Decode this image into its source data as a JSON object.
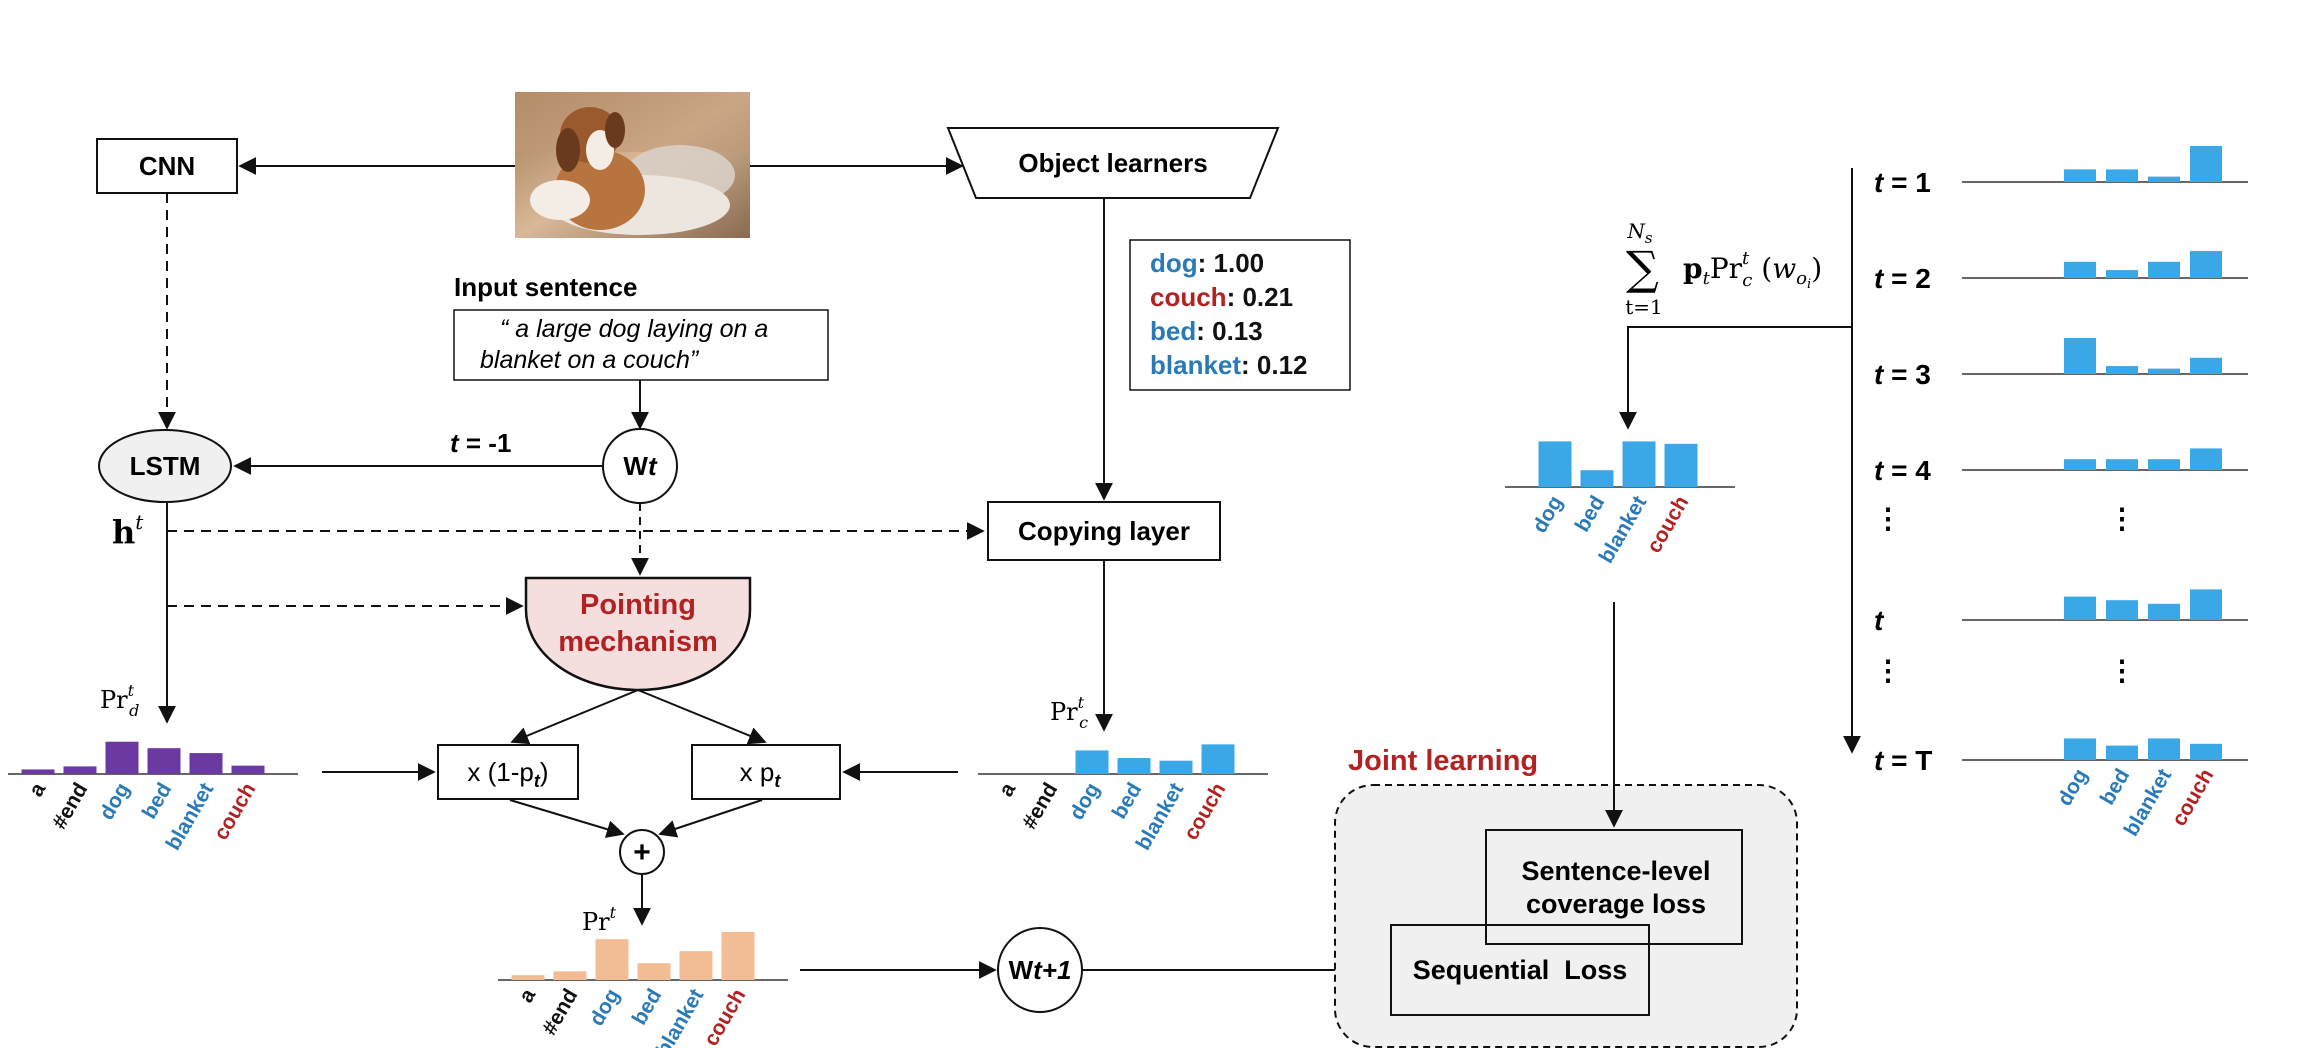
{
  "nodes": {
    "cnn": "CNN",
    "object_learners": "Object learners",
    "input_sentence_title": "Input sentence",
    "input_sentence_line1": "“ a large dog laying on a",
    "input_sentence_line2": "blanket on a couch”",
    "lstm": "LSTM",
    "wt": "W",
    "wt_sub": "t",
    "t_minus1": "t",
    "t_minus1_rest": " = -1",
    "ht": "h",
    "ht_sup": "t",
    "copying_layer": "Copying layer",
    "pointing_line1": "Pointing",
    "pointing_line2": "mechanism",
    "x_one_minus_p": "x (1-p",
    "x_one_minus_p_sub": "t",
    "x_one_minus_p_close": ")",
    "x_p": "x p",
    "x_p_sub": "t",
    "plus": "+",
    "wt1": "W",
    "wt1_sub": "t+1",
    "joint_learning": "Joint learning",
    "coverage_line1": "Sentence-level",
    "coverage_line2": "coverage loss",
    "sequential_loss": "Sequential  Loss",
    "sum_formula": "∑ pₜ Prᶜᵗ (wₒᵢ)",
    "sum_upper": "N",
    "sum_upper_sub": "s",
    "sum_lower": "t=1"
  },
  "object_scores": [
    {
      "word": "dog",
      "score": ": 1.00",
      "color": "#2a7ab8"
    },
    {
      "word": "couch",
      "score": ": 0.21",
      "color": "#b22222"
    },
    {
      "word": "bed",
      "score": ": 0.13",
      "color": "#2a7ab8"
    },
    {
      "word": "blanket",
      "score": ": 0.12",
      "color": "#2a7ab8"
    }
  ],
  "colors": {
    "blue_word": "#2a7ab8",
    "red_word": "#b22222",
    "purple_bar": "#6a3aa0",
    "blue_bar": "#3aa8e6",
    "orange_bar": "#f2bc94",
    "pointing_fill": "#f5dede",
    "joint_fill": "#f0f0f0",
    "accent_red": "#b22222"
  },
  "histograms": {
    "prd": {
      "label": "Pr",
      "label_sub": "d",
      "label_sup": "t",
      "color": "#6a3aa0",
      "categories": [
        "a",
        "#end",
        "dog",
        "bed",
        "blanket",
        "couch"
      ],
      "values": [
        0.12,
        0.2,
        0.85,
        0.68,
        0.55,
        0.22
      ]
    },
    "prc": {
      "label": "Pr",
      "label_sub": "c",
      "label_sup": "t",
      "color": "#3aa8e6",
      "categories": [
        "a",
        "#end",
        "dog",
        "bed",
        "blanket",
        "couch"
      ],
      "values": [
        0,
        0,
        0.62,
        0.42,
        0.35,
        0.78
      ]
    },
    "prt": {
      "label": "Pr",
      "label_sup": "t",
      "color": "#f2bc94",
      "categories": [
        "a",
        "#end",
        "dog",
        "bed",
        "blanket",
        "couch"
      ],
      "values": [
        0.1,
        0.18,
        0.85,
        0.35,
        0.6,
        1.0
      ]
    },
    "sum": {
      "color": "#3aa8e6",
      "categories": [
        "dog",
        "bed",
        "blanket",
        "couch"
      ],
      "values": [
        0.95,
        0.35,
        0.95,
        0.9
      ]
    }
  },
  "timesteps": {
    "labels": [
      {
        "bold": "t",
        "rest": " = 1"
      },
      {
        "bold": "t",
        "rest": " = 2"
      },
      {
        "bold": "t",
        "rest": " = 3"
      },
      {
        "bold": "t",
        "rest": " = 4"
      },
      {
        "bold": "⋮",
        "rest": ""
      },
      {
        "bold": "t",
        "rest": ""
      },
      {
        "bold": "⋮",
        "rest": ""
      },
      {
        "bold": "t",
        "rest": " = T"
      }
    ],
    "bar_color": "#3aa8e6",
    "categories": [
      "dog",
      "bed",
      "blanket",
      "couch"
    ],
    "rows": [
      [
        0.35,
        0.35,
        0.15,
        1.0
      ],
      [
        0.45,
        0.22,
        0.45,
        0.75
      ],
      [
        1.0,
        0.22,
        0.15,
        0.45
      ],
      [
        0.3,
        0.3,
        0.3,
        0.6
      ],
      null,
      [
        0.65,
        0.55,
        0.45,
        0.85
      ],
      null,
      [
        0.6,
        0.4,
        0.6,
        0.45
      ]
    ]
  }
}
